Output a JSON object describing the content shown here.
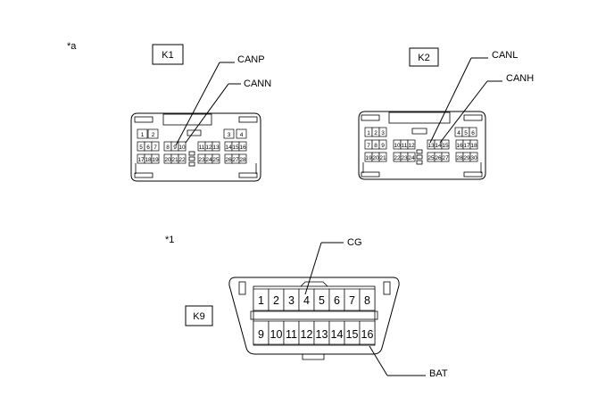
{
  "annotations": {
    "a": "*a",
    "one": "*1"
  },
  "k1": {
    "label": "K1",
    "signals": [
      "CANP",
      "CANN"
    ],
    "row1": [
      "1",
      "2",
      "3",
      "4"
    ],
    "row2": [
      "5",
      "6",
      "7",
      "8",
      "9",
      "10",
      "11",
      "12",
      "13",
      "14",
      "15",
      "16"
    ],
    "row3": [
      "17",
      "18",
      "19",
      "20",
      "21",
      "22",
      "23",
      "24",
      "25",
      "26",
      "27",
      "28"
    ]
  },
  "k2": {
    "label": "K2",
    "signals": [
      "CANL",
      "CANH"
    ],
    "row1": [
      "1",
      "2",
      "3",
      "4",
      "5",
      "6"
    ],
    "row2": [
      "7",
      "8",
      "9",
      "10",
      "11",
      "12",
      "13",
      "14",
      "15",
      "16",
      "17",
      "18"
    ],
    "row3": [
      "19",
      "20",
      "21",
      "22",
      "23",
      "24",
      "25",
      "26",
      "27",
      "28",
      "29",
      "30"
    ]
  },
  "k9": {
    "label": "K9",
    "signals": [
      "CG",
      "BAT"
    ],
    "top": [
      "1",
      "2",
      "3",
      "4",
      "5",
      "6",
      "7",
      "8"
    ],
    "bottom": [
      "9",
      "10",
      "11",
      "12",
      "13",
      "14",
      "15",
      "16"
    ]
  }
}
